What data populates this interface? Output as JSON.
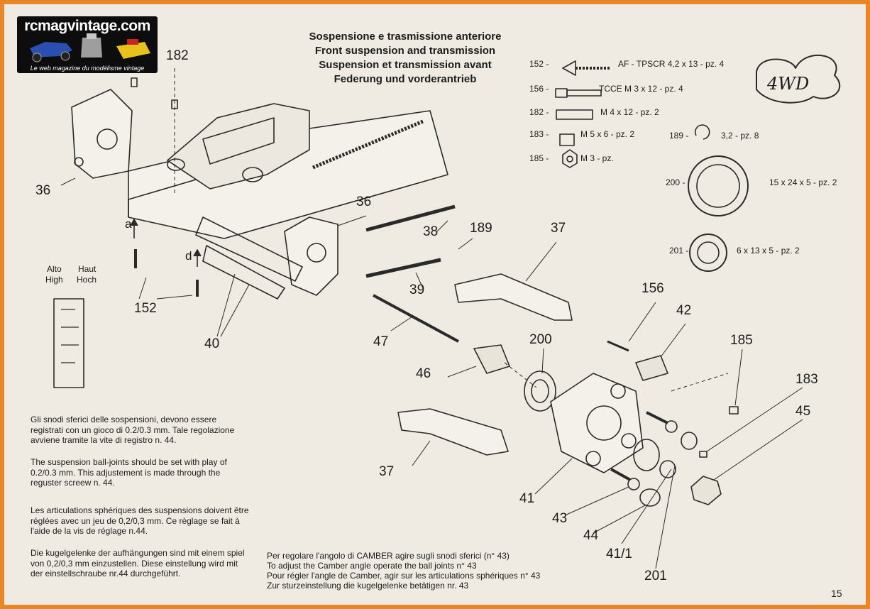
{
  "logo": {
    "site_name": "rcmagvintage.com",
    "tagline": "Le web magazine du modélisme vintage"
  },
  "badge": {
    "text": "4WD"
  },
  "title": {
    "it": "Sospensione e trasmissione anteriore",
    "en": "Front suspension and transmission",
    "fr": "Suspension et transmission avant",
    "de": "Federung und vorderantrieb"
  },
  "parts_list": [
    {
      "number": "152 -",
      "desc": "AF - TPSCR 4,2 x 13 - pz. 4"
    },
    {
      "number": "156 -",
      "desc": "TCCE M 3 x 12 - pz. 4"
    },
    {
      "number": "182 -",
      "desc": "M 4  x 12 - pz. 2"
    },
    {
      "number": "183 -",
      "desc": "M 5 x 6 - pz. 2"
    },
    {
      "number": "185 -",
      "desc": "M 3 - pz."
    },
    {
      "number": "189 -",
      "desc": "3,2 - pz. 8"
    },
    {
      "number": "200 -",
      "desc": "15 x 24 x 5 - pz. 2"
    },
    {
      "number": "201 -",
      "desc": "6 x 13 x 5 - pz. 2"
    }
  ],
  "callouts": [
    "182",
    "36",
    "36",
    "38",
    "189",
    "37",
    "152",
    "40",
    "39",
    "47",
    "156",
    "42",
    "200",
    "46",
    "185",
    "183",
    "45",
    "37",
    "41",
    "43",
    "44",
    "41/1",
    "201"
  ],
  "arrows": {
    "a": "a",
    "d": "d"
  },
  "height_labels": {
    "alto": "Alto",
    "haut": "Haut",
    "high": "High",
    "hoch": "Hoch"
  },
  "instructions": {
    "it": "Gli snodi sferici delle sospensioni, devono essere registrati con un gioco di 0.2/0.3 mm. Tale regolazione avviene tramite la vite di registro n. 44.",
    "en": "The suspension ball-joints should be set with play of 0.2/0.3 mm. This adjustement is made through the reguster screew n. 44.",
    "fr": "Les articulations sphériques des suspensions doivent être réglées avec un jeu de 0,2/0,3 mm. Ce règlage se fait à l'aide de la vis de réglage n.44.",
    "de": "Die kugelgelenke der aufhängungen sind mit einem spiel von 0,2/0,3 mm einzustellen. Diese einstellung wird mit der einstellschraube nr.44 durchgeführt."
  },
  "camber": {
    "it": "Per regolare l'angolo di CAMBER agire sugli  snodi sferici (n° 43)",
    "en": "To adjust the Camber  angle operate the ball joints n° 43",
    "fr": "Pour régler l'angle de Camber, agir sur les articulations sphériques n° 43",
    "de": "Zur sturzeinstellung die kugelgelenke betätigen nr. 43"
  },
  "page_number": "15"
}
